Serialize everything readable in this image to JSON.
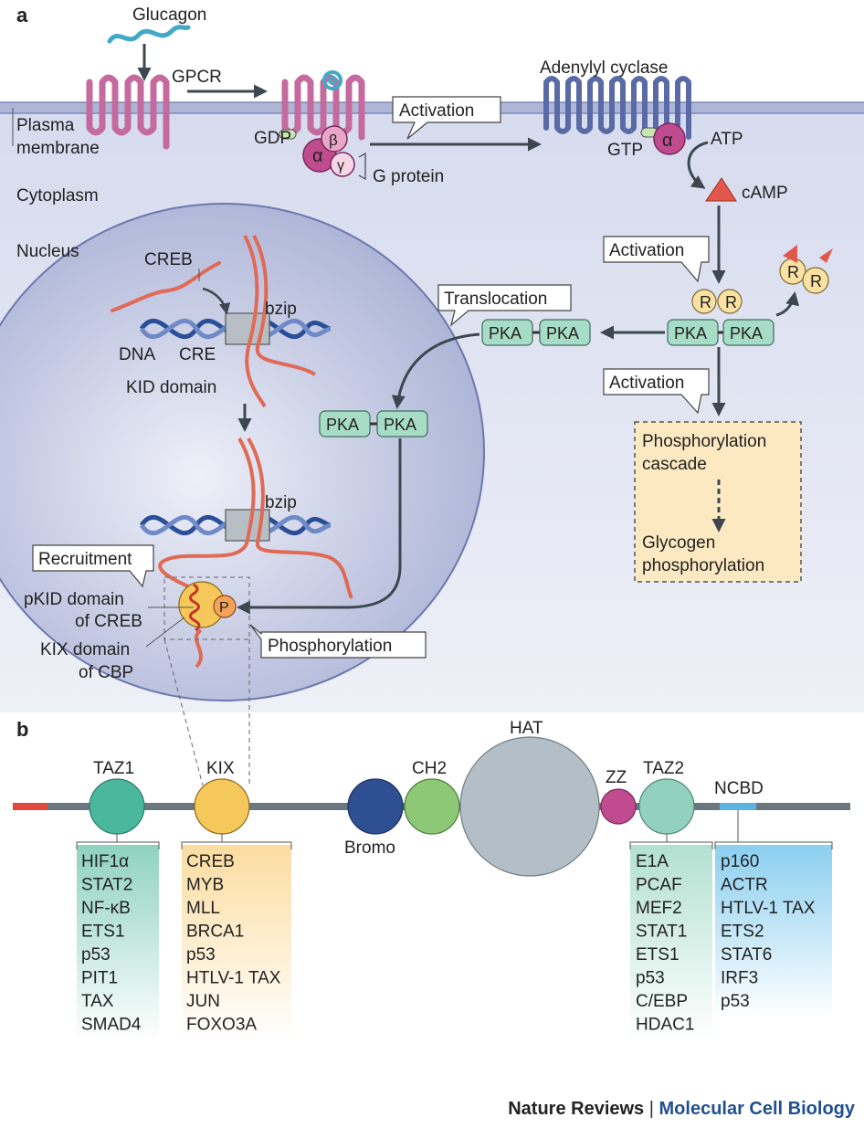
{
  "panel_a": {
    "label": "a",
    "glucagon": "Glucagon",
    "gpcr": "GPCR",
    "plasma_membrane_1": "Plasma",
    "plasma_membrane_2": "membrane",
    "gdp": "GDP",
    "alpha": "α",
    "beta": "β",
    "gamma": "γ",
    "g_protein": "G protein",
    "activation": "Activation",
    "adenylyl_cyclase": "Adenylyl cyclase",
    "gtp": "GTP",
    "atp": "ATP",
    "camp": "cAMP",
    "cytoplasm": "Cytoplasm",
    "nucleus": "Nucleus",
    "creb": "CREB",
    "bzip": "bzip",
    "dna": "DNA",
    "cre": "CRE",
    "kid_domain": "KID domain",
    "translocation": "Translocation",
    "pka": "PKA",
    "r": "R",
    "phospho_cascade_1": "Phosphorylation",
    "phospho_cascade_2": "cascade",
    "glycogen_1": "Glycogen",
    "glycogen_2": "phosphorylation",
    "recruitment": "Recruitment",
    "pkid_1": "pKID domain",
    "pkid_2": "of CREB",
    "kix_cbp_1": "KIX domain",
    "kix_cbp_2": "of CBP",
    "p": "P",
    "phosphorylation": "Phosphorylation"
  },
  "panel_b": {
    "label": "b",
    "domains": {
      "taz1": "TAZ1",
      "kix": "KIX",
      "bromo": "Bromo",
      "ch2": "CH2",
      "hat": "HAT",
      "zz": "ZZ",
      "taz2": "TAZ2",
      "ncbd": "NCBD"
    },
    "taz1_partners": [
      "HIF1α",
      "STAT2",
      "NF-κB",
      "ETS1",
      "p53",
      "PIT1",
      "TAX",
      "SMAD4"
    ],
    "kix_partners": [
      "CREB",
      "MYB",
      "MLL",
      "BRCA1",
      "p53",
      "HTLV-1 TAX",
      "JUN",
      "FOXO3A"
    ],
    "taz2_partners": [
      "E1A",
      "PCAF",
      "MEF2",
      "STAT1",
      "ETS1",
      "p53",
      "C/EBP",
      "HDAC1"
    ],
    "ncbd_partners": [
      "p160",
      "ACTR",
      "HTLV-1 TAX",
      "ETS2",
      "STAT6",
      "IRF3",
      "p53"
    ]
  },
  "footer": {
    "journal": "Nature Reviews",
    "separator": "|",
    "subtitle": "Molecular Cell Biology"
  },
  "colors": {
    "cytoplasm": "#dfe3f1",
    "nucleus": "#bcc3e0",
    "membrane": "#aeb6d8",
    "gpcr": "#c56a9e",
    "adenylyl_cyclase": "#5a6aa6",
    "pka": "#a7dcc6",
    "regulatory": "#fbe2a2",
    "camp": "#e2574c",
    "creb": "#e06a55",
    "dna": "#2a4f98",
    "taz1": "#4bb79d",
    "kix": "#f6c75a",
    "bromo": "#2e4f91",
    "ch2": "#8cc875",
    "hat": "#b3bec6",
    "zz": "#c04b8f",
    "taz2": "#92d1be",
    "ncbd": "#5bb4df",
    "cascade_box": "#fde9c1"
  }
}
